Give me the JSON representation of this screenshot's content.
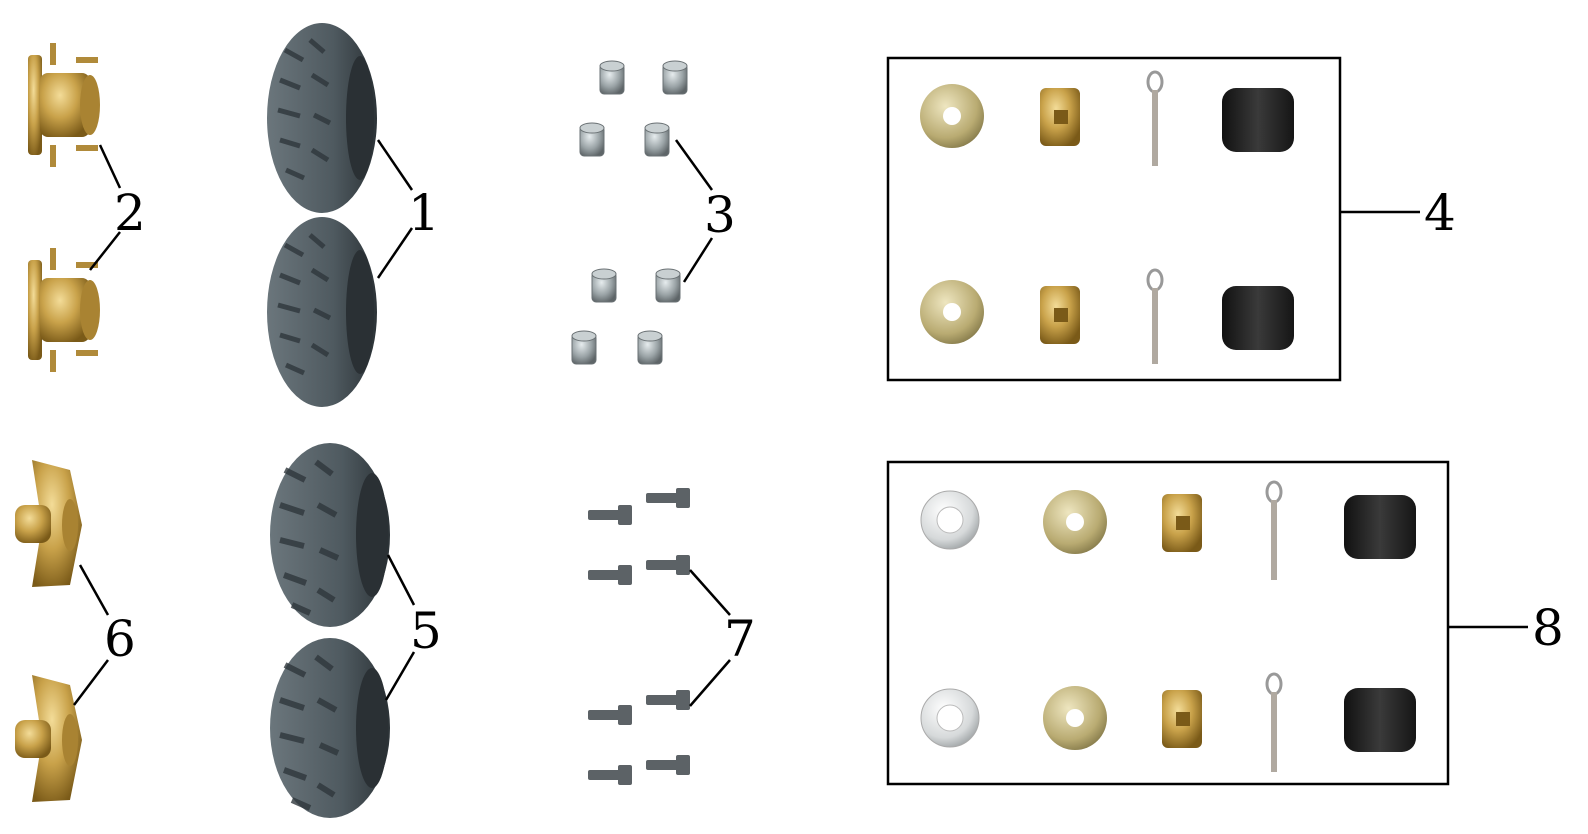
{
  "callouts": {
    "tire_front": "1",
    "hub_front": "2",
    "nut_front": "3",
    "kit_front": "4",
    "tire_rear": "5",
    "hub_rear": "6",
    "bolt_rear": "7",
    "kit_rear": "8"
  },
  "colors": {
    "brass": "#c9a24a",
    "brass_dark": "#8a6a22",
    "tire": "#4f5a60",
    "tire_dark": "#2f373c",
    "steel": "#9aa3a6",
    "rubber": "#2a2a2a"
  }
}
